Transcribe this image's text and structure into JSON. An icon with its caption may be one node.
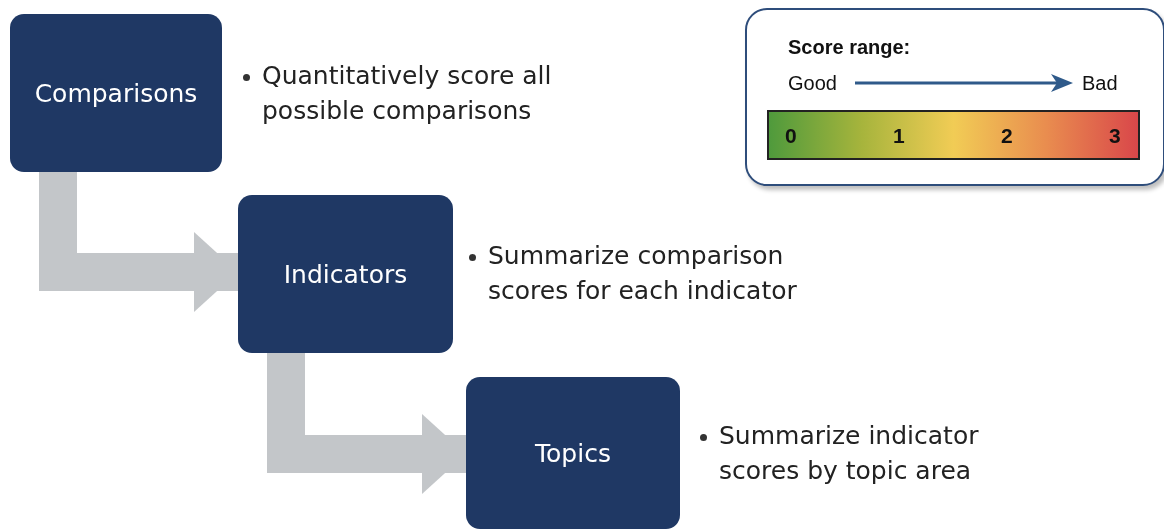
{
  "diagram": {
    "nodes": [
      {
        "text": [
          "Comparisons"
        ],
        "beside": [
          "Quantitatively score all possible comparisons"
        ]
      },
      {
        "text": [
          "Indicators"
        ],
        "beside": [
          "Summarize comparison scores for each indicator"
        ]
      },
      {
        "text": [
          "Topics"
        ],
        "beside": [
          "Summarize indicator scores by topic area"
        ]
      },
      {
        "text": [
          "Score range:",
          "Good",
          "Bad"
        ]
      },
      {
        "text": [
          "0",
          "1",
          "2",
          "3"
        ],
        "in": 3
      }
    ],
    "edges": [
      {
        "from": 0,
        "to": 1,
        "arrow": "to"
      },
      {
        "from": 1,
        "to": 2,
        "arrow": "to"
      }
    ]
  }
}
